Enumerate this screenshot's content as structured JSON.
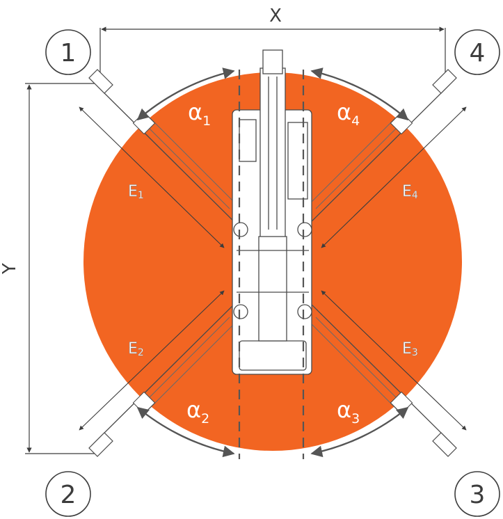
{
  "colors": {
    "accent": "#f26522",
    "ink": "#3c3c3c",
    "machine": "#ffffff",
    "arrow": "#555555"
  },
  "dimensions": {
    "width_label": "X",
    "height_label": "Y"
  },
  "outriggers": [
    {
      "number": "1",
      "angle_symbol": "α",
      "angle_index": "1",
      "extension_symbol": "E",
      "extension_index": "1"
    },
    {
      "number": "2",
      "angle_symbol": "α",
      "angle_index": "2",
      "extension_symbol": "E",
      "extension_index": "2"
    },
    {
      "number": "3",
      "angle_symbol": "α",
      "angle_index": "3",
      "extension_symbol": "E",
      "extension_index": "3"
    },
    {
      "number": "4",
      "angle_symbol": "α",
      "angle_index": "4",
      "extension_symbol": "E",
      "extension_index": "4"
    }
  ]
}
